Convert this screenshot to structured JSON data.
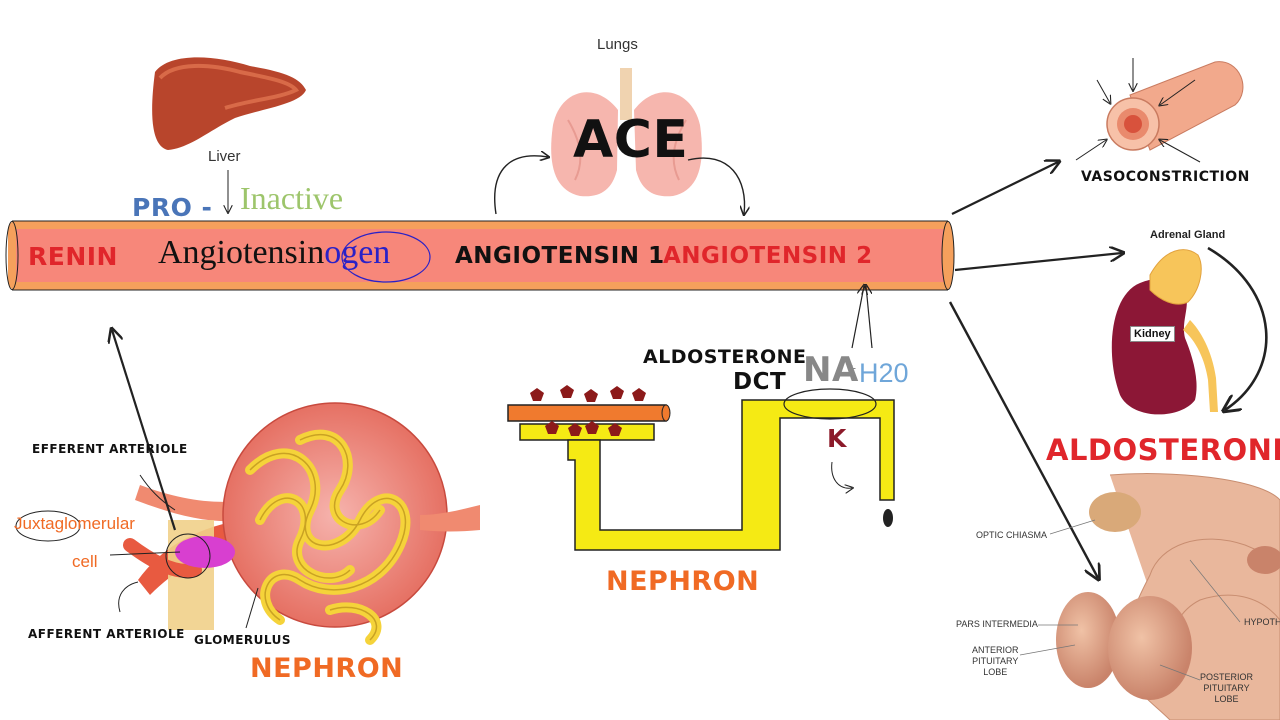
{
  "colors": {
    "vessel_fill": "#f7877a",
    "vessel_border": "#f5a05c",
    "red_text": "#e0262b",
    "orange_text": "#f06a24",
    "blue_text": "#4a75b8",
    "green_text": "#9dc56b",
    "purple_text": "#2a21c7",
    "nephron_yellow": "#f5ea14",
    "kidney": "#8c1736",
    "adrenal": "#f7c55a"
  },
  "organs": {
    "liver_label": "Liver",
    "lungs_label": "Lungs"
  },
  "vessel": {
    "renin": "RENIN",
    "angiotensin_prefix": "Angiotensin",
    "angiotensin_suffix": "ogen",
    "angiotensin1": "ANGIOTENSIN 1",
    "angiotensin2": "ANGIOTENSIN 2"
  },
  "liver_notes": {
    "pro": "PRO -",
    "inactive": "Inactive"
  },
  "ace": "ACE",
  "right_panel": {
    "vasoconstriction": "VASOCONSTRICTION",
    "adrenal_gland": "Adrenal Gland",
    "kidney": "Kidney",
    "aldosterone": "ALDOSTERONE"
  },
  "pituitary": {
    "optic_chiasma": "OPTIC CHIASMA",
    "pars_intermedia": "PARS INTERMEDIA",
    "anterior": [
      "ANTERIOR",
      "PITUITARY",
      "LOBE"
    ],
    "posterior": [
      "POSTERIOR",
      "PITUITARY",
      "LOBE"
    ],
    "hypoth": "HYPOTH"
  },
  "glomerulus_panel": {
    "efferent": "EFFERENT ARTERIOLE",
    "juxta": "Juxtaglomerular",
    "cell": "cell",
    "afferent": "AFFERENT ARTERIOLE",
    "glomerulus": "GLOMERULUS",
    "nephron": "NEPHRON"
  },
  "nephron_diagram": {
    "aldosterone": "ALDOSTERONE",
    "dct": "DCT",
    "na": "NA",
    "plus": "+",
    "h2o": "H20",
    "k": "K",
    "nephron": "NEPHRON"
  }
}
